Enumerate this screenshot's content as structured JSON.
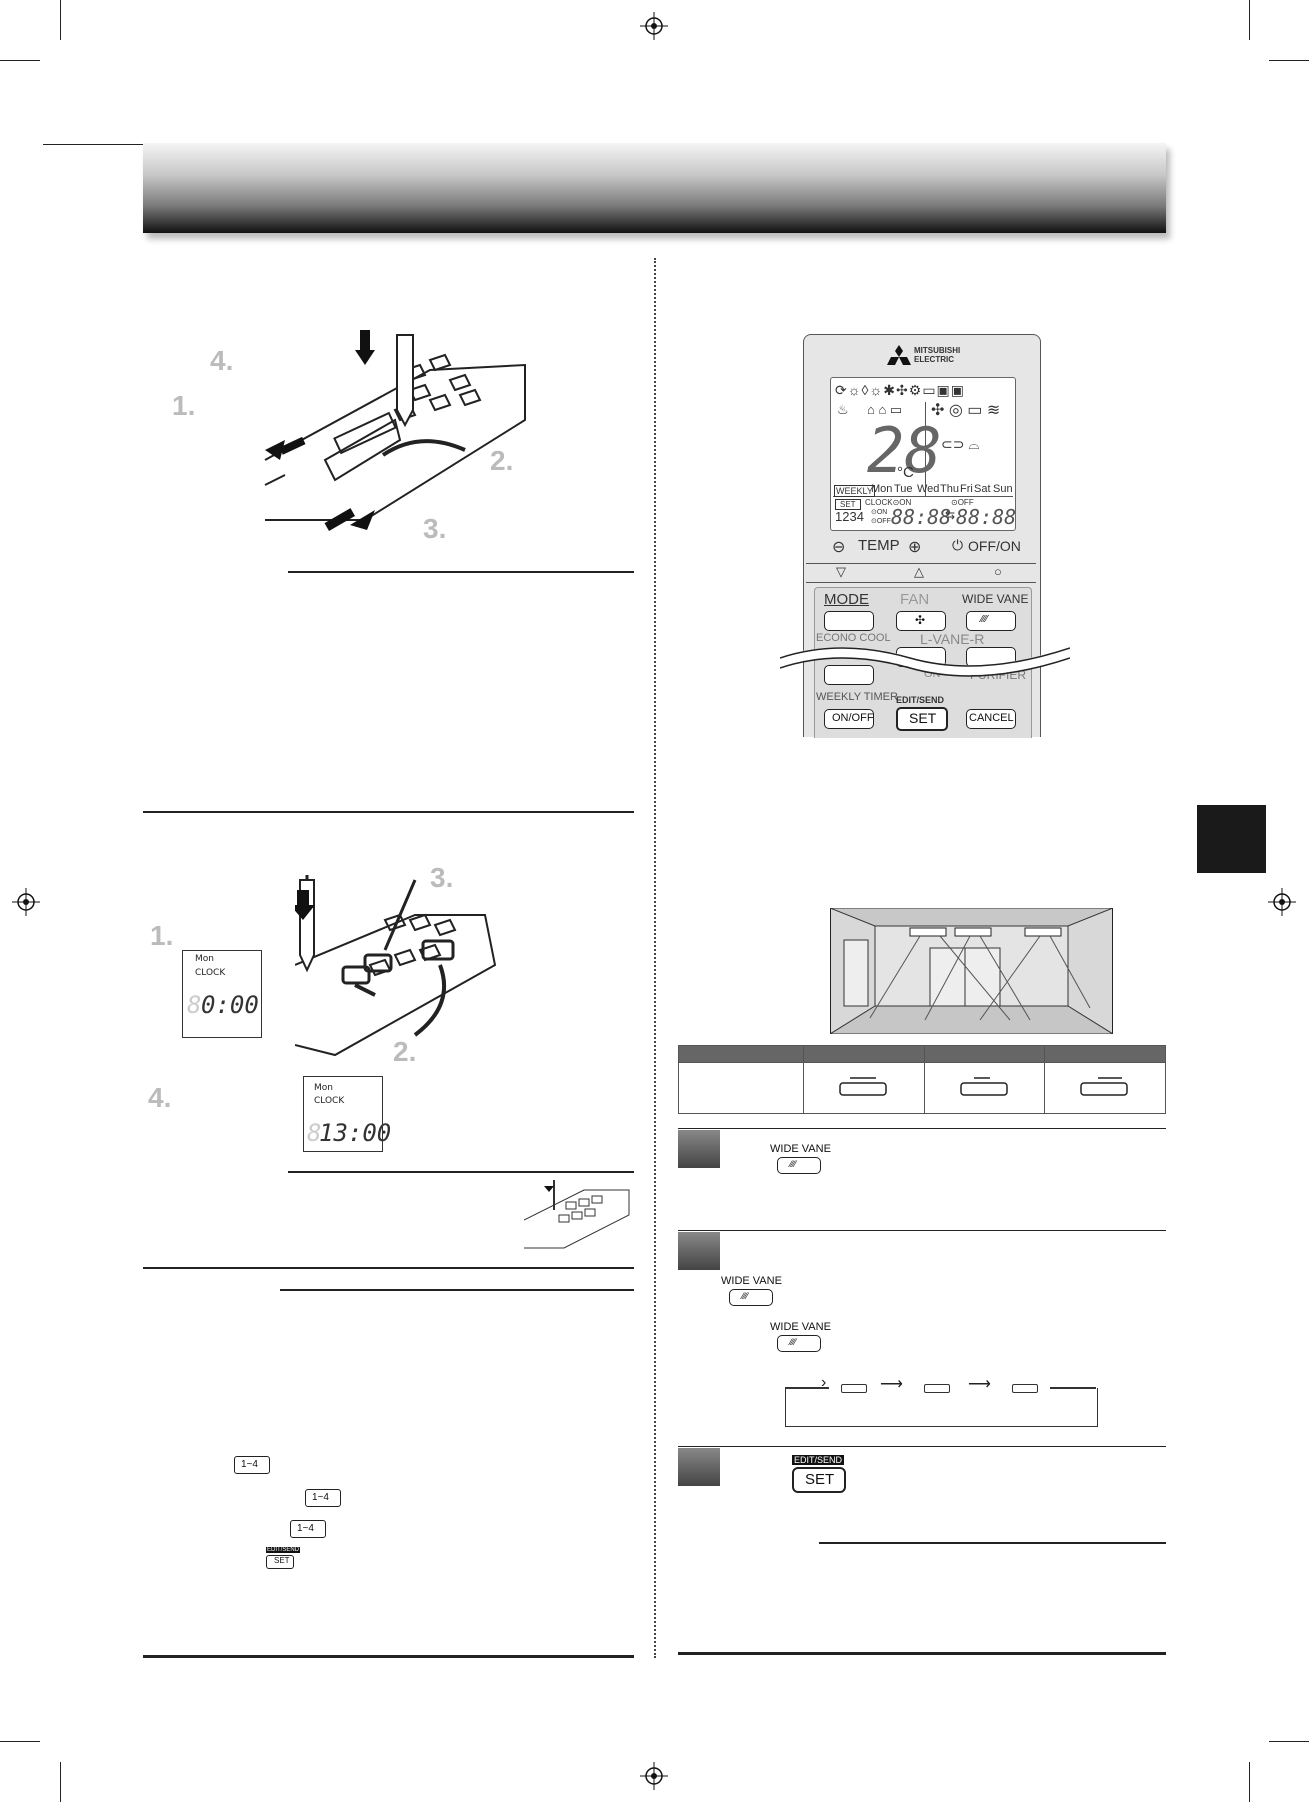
{
  "crop_marks": {},
  "left_column": {
    "battery_steps": [
      "4.",
      "1.",
      "2.",
      "3."
    ],
    "clock_steps": [
      "3.",
      "1.",
      "2.",
      "4."
    ],
    "lcd_before": {
      "day": "Mon",
      "label": "CLOCK",
      "time": "0:00",
      "ghost_digit": "8"
    },
    "lcd_after": {
      "day": "Mon",
      "label": "CLOCK",
      "time": "13:00",
      "ghost_digit": "8"
    },
    "range_buttons": [
      "1~4",
      "1~4",
      "1~4"
    ],
    "set_button": {
      "top": "EDIT/SEND",
      "label": "SET"
    }
  },
  "remote": {
    "brand": [
      "MITSUBISHI",
      "ELECTRIC"
    ],
    "temp_display": "28",
    "unit": "°C",
    "days": [
      "WEEKLY",
      "Mon",
      "Tue",
      "Wed",
      "Thu",
      "Fri",
      "Sat",
      "Sun"
    ],
    "set_tag": "SET",
    "clock_on_label": "CLOCK⊙ON",
    "off_label": "⊙OFF",
    "program_numbers": "1234",
    "on_off_small": [
      "⊙ON",
      "⊙OFF"
    ],
    "time_on": "88:88",
    "time_off": "88:88",
    "temp_label": "TEMP",
    "power_label": "OFF/ON",
    "buttons_row1": [
      "MODE",
      "FAN",
      "WIDE VANE"
    ],
    "buttons_row2": [
      "ECONO COOL",
      "L-VANE-R",
      "PURIFIER"
    ],
    "buttons_row3": [
      "WEEKLY TIMER",
      "EDIT/SEND",
      ""
    ],
    "bottom_keys": [
      "ON/OFF",
      "SET",
      "CANCEL"
    ],
    "partial_label": "ON"
  },
  "right_column": {
    "step1_button": "WIDE VANE",
    "step2_buttons": [
      "WIDE VANE",
      "WIDE VANE"
    ],
    "step3_button": {
      "top": "EDIT/SEND",
      "label": "SET"
    }
  }
}
